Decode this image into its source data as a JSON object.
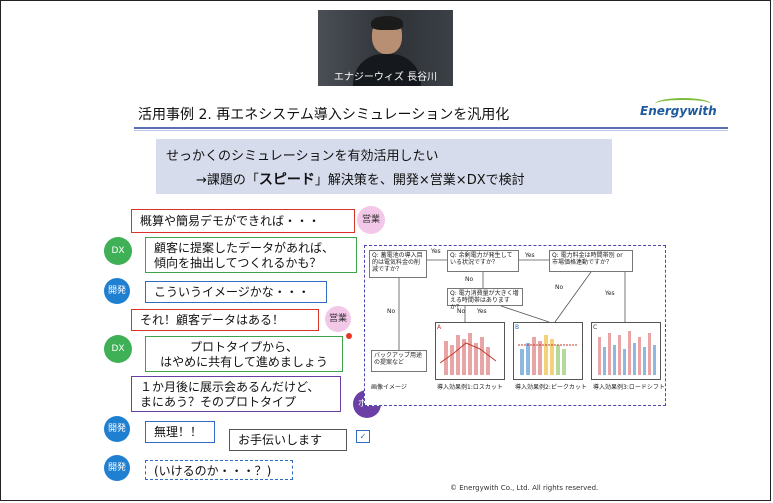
{
  "webcam": {
    "name_label": "エナジーウィズ 長谷川"
  },
  "slide": {
    "title": "活用事例 2. 再エネシステム導入シミュレーションを汎用化",
    "logo": "Energywith",
    "banner_line1": "せっかくのシミュレーションを有効活用したい",
    "banner_line2_prefix": "→課題の「",
    "banner_line2_emphasis": "スピード",
    "banner_line2_suffix": "」解決策を、開発×営業×DXで検討",
    "footer": "© Energywith Co., Ltd. All rights reserved."
  },
  "chat": [
    {
      "speaker": "営業",
      "text": "概算や簡易デモができれば・・・"
    },
    {
      "speaker": "DX",
      "text_line1": "顧客に提案したデータがあれば、",
      "text_line2": "傾向を抽出してつくれるかも？"
    },
    {
      "speaker": "開発",
      "text": "こういうイメージかな・・・"
    },
    {
      "speaker": "営業",
      "text": "それ！顧客データはある！"
    },
    {
      "speaker": "DX",
      "text_line1": "プロトタイプから、",
      "text_line2": "はやめに共有して進めましょう"
    },
    {
      "speaker": "ボス",
      "text_line1": "１か月後に展示会あるんだけど、",
      "text_line2": "まにあう？そのプロトタイプ"
    },
    {
      "speaker": "開発",
      "text": "無理！！"
    },
    {
      "speaker": "",
      "text": "お手伝いします"
    },
    {
      "speaker": "開発",
      "text": "(いけるのか・・・？)"
    }
  ],
  "speakers": {
    "sales": "営業",
    "dx": "DX",
    "dev": "開発",
    "boss": "ボス"
  },
  "flowchart": {
    "q1": "Q: 蓄電池の導入目的は電気料金の削減ですか？",
    "q2": "Q: 余剰電力が発生している状況ですか？",
    "q3": "Q: 電力料金は時間帯別 or 市場価格連動ですか？",
    "q4": "Q: 電力消費量が大きく増える時間帯はありますか？",
    "yes": "Yes",
    "no": "No",
    "backup": "バックアップ用途の提案など",
    "chart_a_label": "導入効果例1:ロスカット",
    "chart_b_label": "導入効果例2:ピークカット",
    "chart_c_label": "導入効果例3:ロードシフト",
    "img_label": "画像イメージ",
    "panel_a": "A",
    "panel_b": "B",
    "panel_c": "C"
  },
  "colors": {
    "accent_blue": "#2f6cc2",
    "sales_pink": "#f2c7e8",
    "dx_green": "#3fb056",
    "dev_blue": "#1f7fd1",
    "boss_purple": "#6c3fa6"
  }
}
